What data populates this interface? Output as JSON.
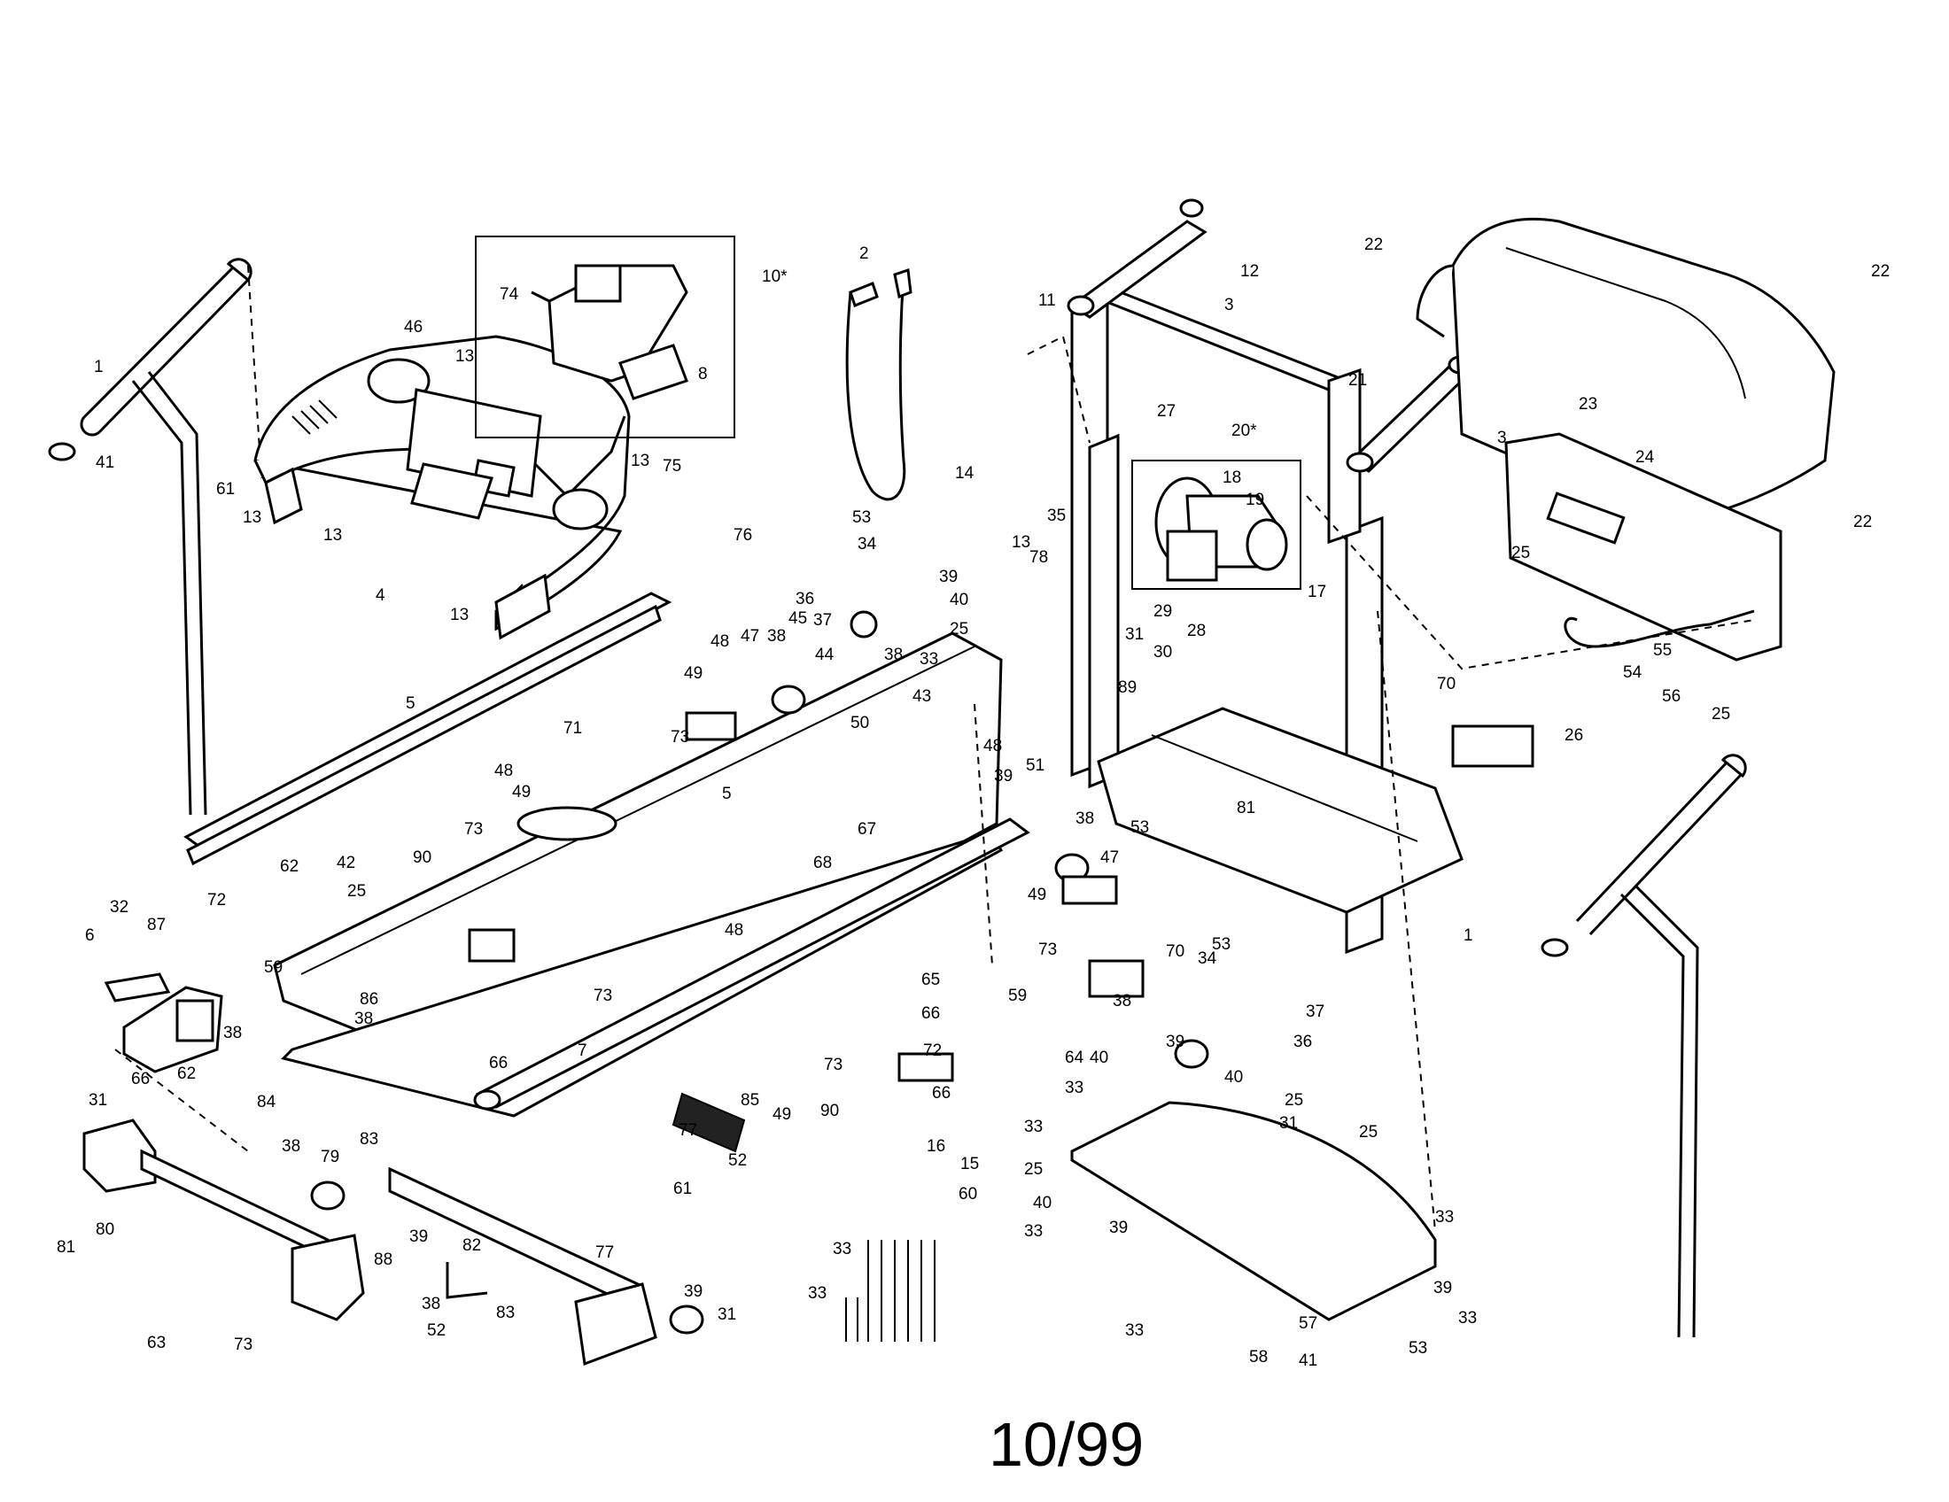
{
  "diagram": {
    "page_label": "10/99",
    "callouts": [
      "1",
      "41",
      "46",
      "13",
      "61",
      "13",
      "13",
      "4",
      "13",
      "74",
      "10*",
      "8",
      "13",
      "75",
      "2",
      "76",
      "5",
      "11",
      "3",
      "12",
      "22",
      "23",
      "22",
      "22",
      "3",
      "21",
      "20*",
      "27",
      "18",
      "19",
      "14",
      "35",
      "53",
      "34",
      "13",
      "78",
      "39",
      "40",
      "25",
      "36",
      "37",
      "38",
      "17",
      "29",
      "31",
      "30",
      "28",
      "89",
      "24",
      "25",
      "54",
      "55",
      "56",
      "25",
      "70",
      "26",
      "48",
      "47",
      "38",
      "45",
      "44",
      "33",
      "43",
      "49",
      "50",
      "73",
      "71",
      "48",
      "49",
      "73",
      "5",
      "67",
      "48",
      "39",
      "51",
      "38",
      "53",
      "47",
      "81",
      "62",
      "72",
      "42",
      "90",
      "25",
      "68",
      "48",
      "49",
      "73",
      "70",
      "64",
      "38",
      "34",
      "53",
      "37",
      "39",
      "36",
      "40",
      "25",
      "31",
      "32",
      "87",
      "59",
      "86",
      "38",
      "6",
      "38",
      "62",
      "66",
      "73",
      "65",
      "66",
      "59",
      "72",
      "66",
      "7",
      "73",
      "49",
      "90",
      "66",
      "85",
      "84",
      "77",
      "52",
      "31",
      "38",
      "79",
      "83",
      "39",
      "88",
      "81",
      "80",
      "82",
      "38",
      "52",
      "77",
      "83",
      "39",
      "31",
      "63",
      "73",
      "61",
      "16",
      "15",
      "60",
      "33",
      "33",
      "39",
      "33",
      "25",
      "40",
      "33",
      "33",
      "40",
      "25",
      "33",
      "39",
      "33",
      "33",
      "57",
      "58",
      "53",
      "41",
      "1"
    ]
  }
}
